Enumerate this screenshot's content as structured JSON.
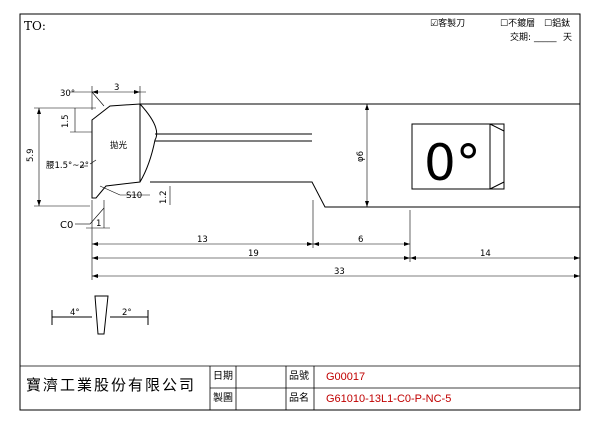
{
  "header": {
    "to_label": "TO:",
    "opt_custom": "☑客製刀",
    "opt_no_coating": "☐不鍍層",
    "opt_altin": "☐鋁鈦",
    "delivery_label": "交期:",
    "delivery_blank": "_____",
    "delivery_unit": "天"
  },
  "drawing": {
    "dim_30deg": "30°",
    "dim_3": "3",
    "dim_1_5": "1.5",
    "dim_5_9": "5.9",
    "note_back_angle": "腰1.5°~2°",
    "note_polish": "拋光",
    "dim_s10": "S10",
    "dim_c0": "C0",
    "dim_1": "1",
    "dim_1_2": "1.2",
    "dim_phi6": "φ6",
    "mark_0deg": "0°",
    "dim_13": "13",
    "dim_6": "6",
    "dim_19": "19",
    "dim_14": "14",
    "dim_33": "33",
    "dim_4deg": "4°",
    "dim_2deg": "2°"
  },
  "title_block": {
    "company": "寶濟工業股份有限公司",
    "date_label": "日期",
    "drawn_label": "製圖",
    "part_no_label": "品號",
    "part_name_label": "品名",
    "part_no": "G00017",
    "part_name": "G61010-13L1-C0-P-NC-5"
  },
  "colors": {
    "line": "#000000",
    "part_text": "#c00000"
  }
}
